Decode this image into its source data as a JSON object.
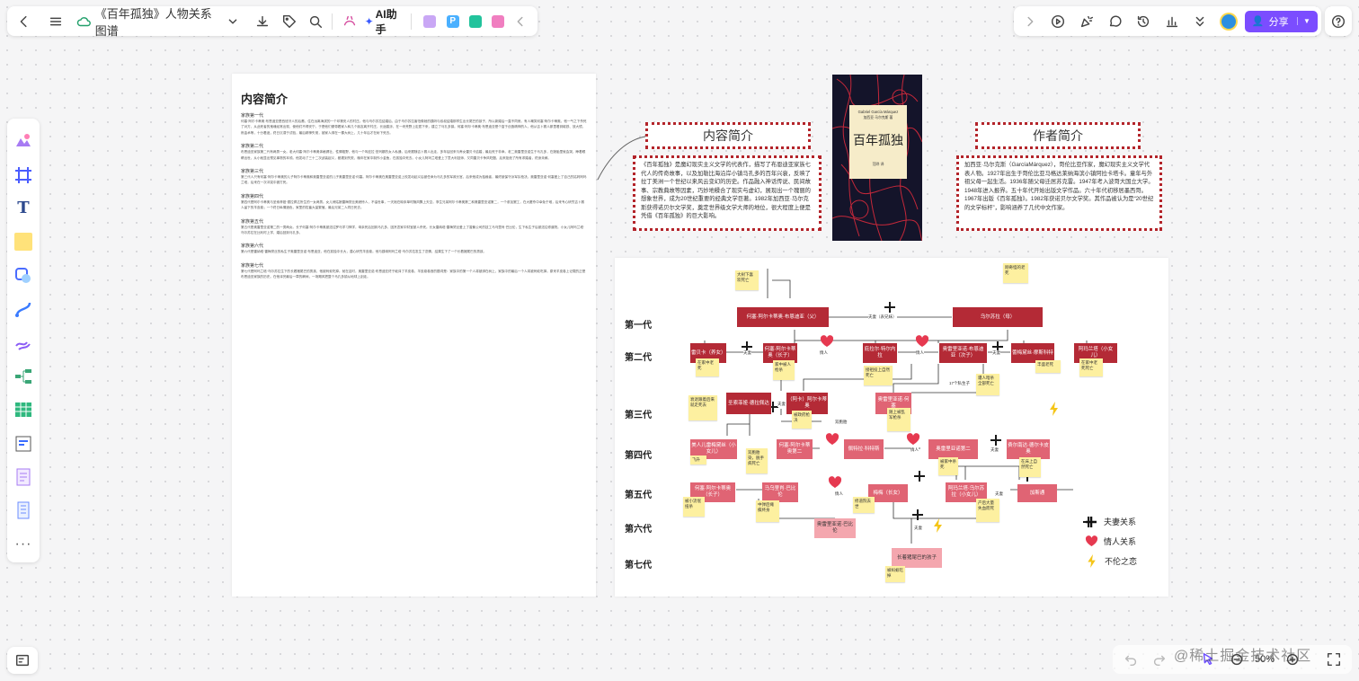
{
  "toolbar": {
    "title": "《百年孤独》人物关系图谱",
    "ai_label": "AI助手",
    "share_label": "分享"
  },
  "zoom": "50%",
  "watermark": "@稀土掘金技术社区",
  "intro_doc": {
    "title": "内容简介",
    "sections": [
      {
        "heading": "家族第一代",
        "text": "何塞·阿尔卡蒂奥·布恩迪亚是西班牙人的后裔，住在远离海滨的一个印第安人的村庄。他与乌尔苏拉结婚后，由于乌尔苏拉害怕像她的姨妈与叔叔结婚那样生出长尾巴的孩子，所以新婚后一直不同房。有人嘲笑何塞·阿尔卡蒂奥，他一气之下杀死了对方，从此死者的鬼魂经常出现，使他们不得安宁。于是他们便带着家人和几个朋友离开村庄，长途跋涉，在一块荒野上定居下来，建立了马孔多镇。何塞·阿尔卡蒂奥·布恩迪亚是个富于创造精神的人，他从吉卜赛人那里看到磁铁、放大镜、炼金术等，十分着迷，终日沉溺于试验，最后精神失常，被家人绑在一棵大树上，几十年后才在树下死去。"
      },
      {
        "heading": "家族第二代",
        "text": "布恩迪亚家族第二代有两男一女。老大何塞·阿尔卡蒂奥体格健壮，性情粗野，他与一个叫庇拉·苔列娜的女人私通，后来跟随吉卜赛人出走，多年后回来与养女雷贝卡结婚，最后死于非命。老二奥雷里亚诺生于马孔多，在娘胎里就会哭，睁着眼睛出世，从小就显出预见事物的本领。他发动了三十二次武装起义，都遭到失败，晚年在家中制作小金鱼，在孤独中死去。小女儿阿玛兰塔爱上了意大利技师，又同雷贝卡争风吃醋，后来拒绝了所有求婚者，终身未嫁。"
      },
      {
        "heading": "家族第三代",
        "text": "第三代人只有何塞·阿尔卡蒂奥的儿子阿尔卡蒂奥和奥雷里亚诺的儿子奥雷里亚诺·何塞。阿尔卡蒂奥在奥雷里亚诺上校发动起义后被任命为马孔多的军政长官，后来他成为独裁者，最终被保守派军队枪决。奥雷里亚诺·何塞爱上了自己的姑妈阿玛兰塔，后来在一次冲突中被打死。"
      },
      {
        "heading": "家族第四代",
        "text": "第四代是阿尔卡蒂奥与圣索菲娅·德拉佩达所生的一女两男。女儿俏姑娘雷梅黛丝美貌惊人，不谙世事，一天她在晾床单时随风飘上天空。孪生兄弟阿尔卡蒂奥第二和奥雷里亚诺第二，一个参加罢工，在大屠杀中幸免于难，后来专心研究吉卜赛人留下的羊皮卷；一个终日纵情酒色，家里的牲畜大量繁殖，最后兄弟二人同日死去。"
      },
      {
        "heading": "家族第五代",
        "text": "第五代是奥雷里亚诺第二的一男两女。长子何塞·阿尔卡蒂奥被送往罗马学习神学，母亲死后回到马孔多，因贪恋家中财宝被人杀死。长女雷纳塔·雷梅黛丝爱上了香蕉公司的技工马乌里肖·巴比伦，生下私生子后被送往修道院。小女儿阿玛兰塔·乌尔苏拉在比利时上学，婚后回到马孔多。"
      },
      {
        "heading": "家族第六代",
        "text": "第六代是雷纳塔·雷梅黛丝的私生子奥雷里亚诺·布恩迪亚，他在孤独中长大，潜心研究羊皮卷。他与姨母阿玛兰塔·乌尔苏拉发生了恋情，结果生下了一个长着猪尾巴的男孩。"
      },
      {
        "heading": "家族第七代",
        "text": "第七代是阿玛兰塔·乌尔苏拉生下的长着猪尾巴的男孩，他被蚂蚁吃掉。就在这时，奥雷里亚诺·布恩迪亚终于破译了羊皮卷，羊皮卷卷首的题词是：家族中的第一个人将被绑在树上，家族中的最后一个人将被蚂蚁吃掉。原来羊皮卷上记载的正是布恩迪亚家族的历史。在他译完最后一章的瞬间，一场飓风把整个马孔多镇从地球上刮走。"
      }
    ]
  },
  "center": {
    "intro_label": "内容简介",
    "author_label": "作者简介",
    "intro_text": "《百年孤独》是魔幻现实主义文学的代表作，描写了布恩迪亚家族七代人的传奇故事，以及加勒比海沿岸小镇马孔多的百年兴衰，反映了拉丁美洲一个世纪以来风云变幻的历史。作品融入神话传说、民间故事、宗教典故等因素，巧妙地糅合了现实与虚幻，展现出一个瑰丽的想象世界，成为20世纪重要的经典文学巨著。1982年加西亚·马尔克斯获得诺贝尔文学奖，奠定世界级文学大师的地位，很大程度上便是凭借《百年孤独》的巨大影响。",
    "author_text": "加西亚·马尔克斯（GarcíaMárquez），哥伦比亚作家，魔幻现实主义文学代表人物。1927年出生于哥伦比亚马格达莱纳海滨小镇阿拉卡塔卡。童年与外祖父母一起生活。1936年随父母迁居苏克雷。1947年考入波哥大国立大学。1948年进入报界。五十年代开始出版文学作品。六十年代初移居墨西哥。1967年出版《百年孤独》。1982年获诺贝尔文学奖。其作品被认为是“20世纪的文学标杆”，影响涵养了几代中文作家。",
    "book_author": "Gabriel García Márquez",
    "book_title": "百年孤独",
    "book_translator": "范晔  译",
    "book_sub": "加西亚·马尔克斯 著"
  },
  "chart": {
    "generations": [
      "第一代",
      "第二代",
      "第三代",
      "第四代",
      "第五代",
      "第六代",
      "第七代"
    ],
    "nodes": {
      "g1a": "何塞·阿尔卡蒂奥·布恩迪亚（父）",
      "g1b": "乌尔苏拉（母）",
      "g2a": "雷贝卡（养女）",
      "g2b": "何塞·阿尔卡蒂奥（长子）",
      "g2c": "庇拉尔·特尔内拉",
      "g2d": "奥雷里亚诺·布恩迪亚（次子）",
      "g2e": "蕾梅黛丝·摩斯科特",
      "g2f": "阿玛兰塔（小女儿）",
      "g3a": "圣索菲娅·德拉佩达",
      "g3b": "（阿卡）阿尔卡蒂奥",
      "g3c": "奥雷里亚诺·何塞",
      "g4a": "美人儿雷梅黛丝（小女儿）",
      "g4b": "何塞·阿尔卡蒂奥第二",
      "g4c": "佩特拉·科特斯",
      "g4d": "奥雷里亚诺第二",
      "g4e": "费尔南达·德尔卡皮奥",
      "g5a": "何塞·阿尔卡蒂奥（长子）",
      "g5b": "马乌里肖·巴比伦",
      "g5c": "梅梅（长女）",
      "g5d": "阿玛兰塔·乌尔苏拉（小女儿）",
      "g5e": "加斯通",
      "g6a": "奥雷里亚诺·巴比伦",
      "g7a": "长着猪尾巴的孩子"
    },
    "labels": {
      "spouse": "夫妻",
      "cousin": "夫妻（表兄妹）",
      "lover": "情人",
      "lover2": "情人",
      "child17": "17个私生子",
      "shuangbao": "双胞胎"
    },
    "notes": {
      "n1": "大树下喜欢死亡",
      "n2": "刚奇怪的老死",
      "n3": "在家中老死",
      "n4": "家中被人枪杀",
      "n5": "接祖投上自然死亡",
      "n6": "遭人暗杀全部死亡",
      "n7": "丰盛老死",
      "n8": "在家中老死死亡",
      "n9": "衰退跟着后来就走死去",
      "n10": "被政府枪决",
      "n11": "随上被乱军枪杀",
      "n12": "飞升",
      "n13": "双胞胎染，脱手病死亡",
      "n14": "被家中杀死",
      "n15": "在床上自然死亡",
      "n16": "被小流氓扭杀",
      "n17": "中弹后瘫痪终身",
      "n18": "修道院去世",
      "n19": "产后大量失血而死",
      "n20": "被蚂蚁吃掉"
    },
    "legend": {
      "spouse": "夫妻关系",
      "lover": "情人关系",
      "affair": "不伦之恋"
    }
  }
}
